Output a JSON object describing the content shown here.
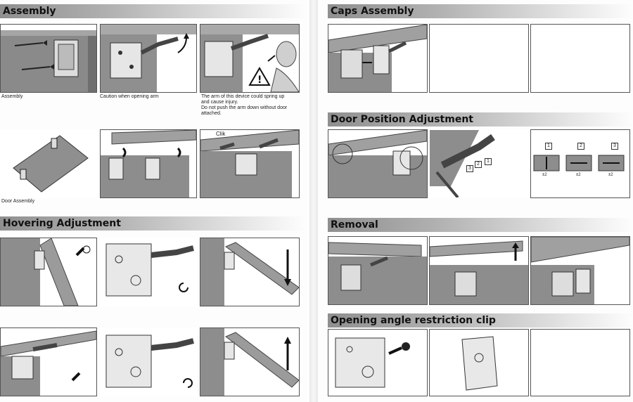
{
  "left_page": {
    "assembly": {
      "title": "Assembly",
      "captions": {
        "assembly": "Assembly",
        "caution": "Caution when opening arm",
        "warning_line1": "The arm of this device could spring up",
        "warning_line2": "and cause injury.",
        "warning_line3": "Do not push the arm down without door",
        "warning_line4": "attached.",
        "door_assembly": "Door Assembly"
      },
      "click_label": "Clik"
    },
    "hovering": {
      "title": "Hovering Adjustment"
    }
  },
  "right_page": {
    "caps": {
      "title": "Caps Assembly"
    },
    "door_position": {
      "title": "Door Position Adjustment",
      "steps": [
        "1",
        "2",
        "3"
      ],
      "tolerances": [
        "±2",
        "±2",
        "±2"
      ]
    },
    "removal": {
      "title": "Removal"
    },
    "restriction": {
      "title": "Opening angle restriction clip"
    }
  }
}
